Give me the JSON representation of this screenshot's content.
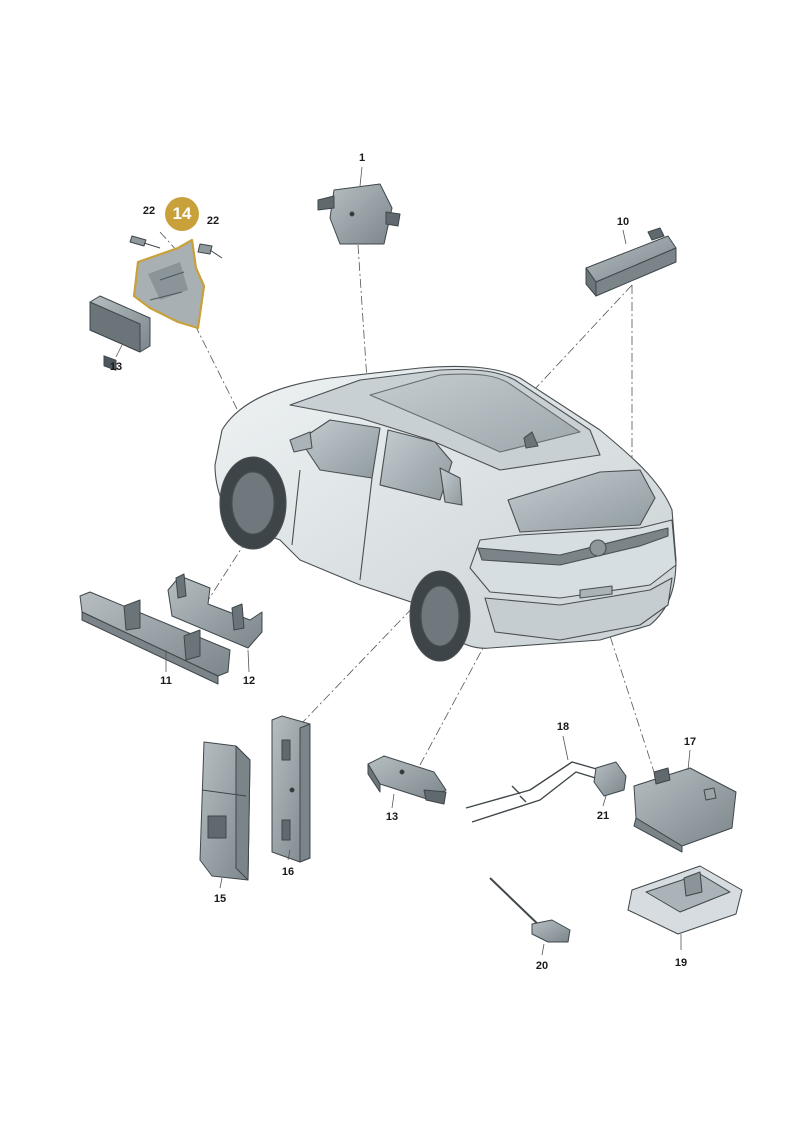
{
  "colors": {
    "highlight": "#c9a13a",
    "part_fill": "#9aa4a8",
    "part_dark": "#4d585d",
    "car_body": "#dfe5e7",
    "outline": "#4a4f52",
    "leader": "#555555"
  },
  "highlighted_part": "14",
  "labels": {
    "p1": "1",
    "p10": "10",
    "p11": "11",
    "p12": "12",
    "p13a": "13",
    "p13b": "13",
    "p14": "14",
    "p15": "15",
    "p16": "16",
    "p17": "17",
    "p18": "18",
    "p19": "19",
    "p20": "20",
    "p21": "21",
    "p22a": "22",
    "p22b": "22"
  }
}
